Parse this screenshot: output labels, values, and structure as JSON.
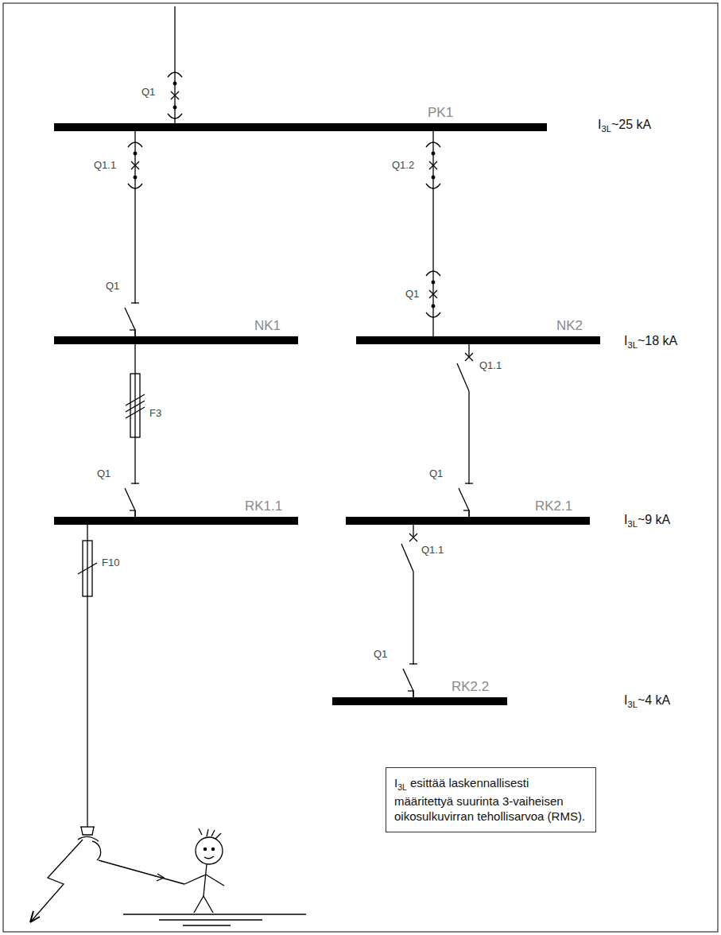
{
  "diagram": {
    "nodes": [
      {
        "text": [
          "PK1"
        ]
      },
      {
        "text": [
          "NK1"
        ]
      },
      {
        "text": [
          "NK2"
        ]
      },
      {
        "text": [
          "RK1.1"
        ]
      },
      {
        "text": [
          "RK2.1"
        ]
      },
      {
        "text": [
          "RK2.2"
        ]
      },
      {
        "text": [
          "I3L esittää laskennallisesti määritettyä suurinta 3-vaiheisen oikosulkuvirran tehollisarvoa (RMS)."
        ]
      }
    ],
    "edges": [
      {
        "from": 0,
        "to": 1,
        "arrow": "none"
      },
      {
        "from": 0,
        "to": 2,
        "arrow": "none"
      },
      {
        "from": 1,
        "to": 3,
        "arrow": "none"
      },
      {
        "from": 2,
        "to": 4,
        "arrow": "none"
      },
      {
        "from": 4,
        "to": 5,
        "arrow": "none"
      }
    ],
    "labels": [
      "Q1",
      "Q1.1",
      "Q1.2",
      "Q1",
      "Q1",
      "Q1.1",
      "F3",
      "Q1",
      "Q1",
      "Q1.1",
      "F10",
      "Q1",
      "I3L~25 kA",
      "I3L~18 kA",
      "I3L~9 kA",
      "I3L~4 kA"
    ]
  }
}
